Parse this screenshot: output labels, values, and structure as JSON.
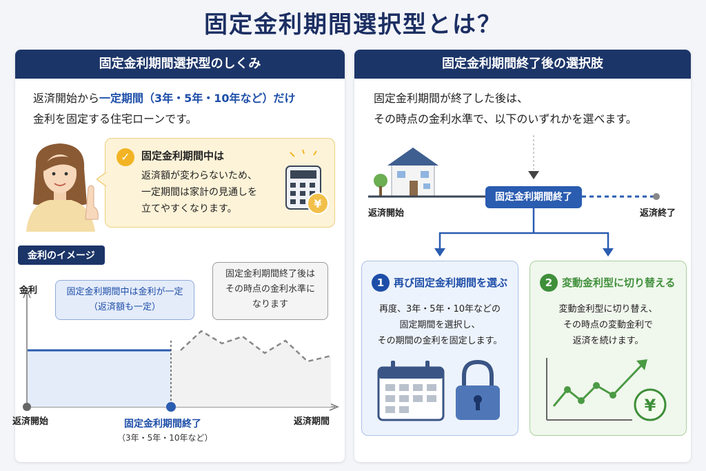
{
  "title": "固定金利期間選択型とは？",
  "left": {
    "header": "固定金利期間選択型のしくみ",
    "intro": {
      "line1_prefix": "返済開始から",
      "line1_highlight": "一定期間（3年・5年・10年など）だけ",
      "line2": "金利を固定する住宅ローンです。"
    },
    "bubble": {
      "title": "固定金利期間中は",
      "lines": [
        "返済額が変わらないため、",
        "一定期間は家計の見通しを",
        "立てやすくなります。"
      ]
    },
    "graph": {
      "tag": "金利のイメージ",
      "y_label": "金利",
      "x_start": "返済開始",
      "x_mid": "固定金利期間終了",
      "x_mid_sub": "（3年・5年・10年など）",
      "x_end": "返済期間",
      "callout_fixed": [
        "固定金利期間中は金利が一定",
        "（返済額も一定）"
      ],
      "callout_after": [
        "固定金利期間終了後は",
        "その時点の金利水準に",
        "なります"
      ]
    }
  },
  "right": {
    "header": "固定金利期間終了後の選択肢",
    "intro": [
      "固定金利期間が終了した後は、",
      "その時点の金利水準で、以下のいずれかを選べます。"
    ],
    "timeline": {
      "start": "返済開始",
      "middle": "固定金利期間終了",
      "end": "返済終了"
    },
    "options": [
      {
        "num": "1",
        "title": "再び固定金利期間を選ぶ",
        "lines": [
          "再度、3年・5年・10年などの",
          "固定期間を選択し、",
          "その期間の金利を固定します。"
        ]
      },
      {
        "num": "2",
        "title": "変動金利型に切り替える",
        "lines": [
          "変動金利型に切り替え、",
          "その時点の変動金利で",
          "返済を続けます。"
        ]
      }
    ],
    "yen": "¥"
  },
  "colors": {
    "navy": "#1c3568",
    "blue": "#1e4ea8",
    "green": "#3f8f3a",
    "yellow": "#f2b424"
  }
}
